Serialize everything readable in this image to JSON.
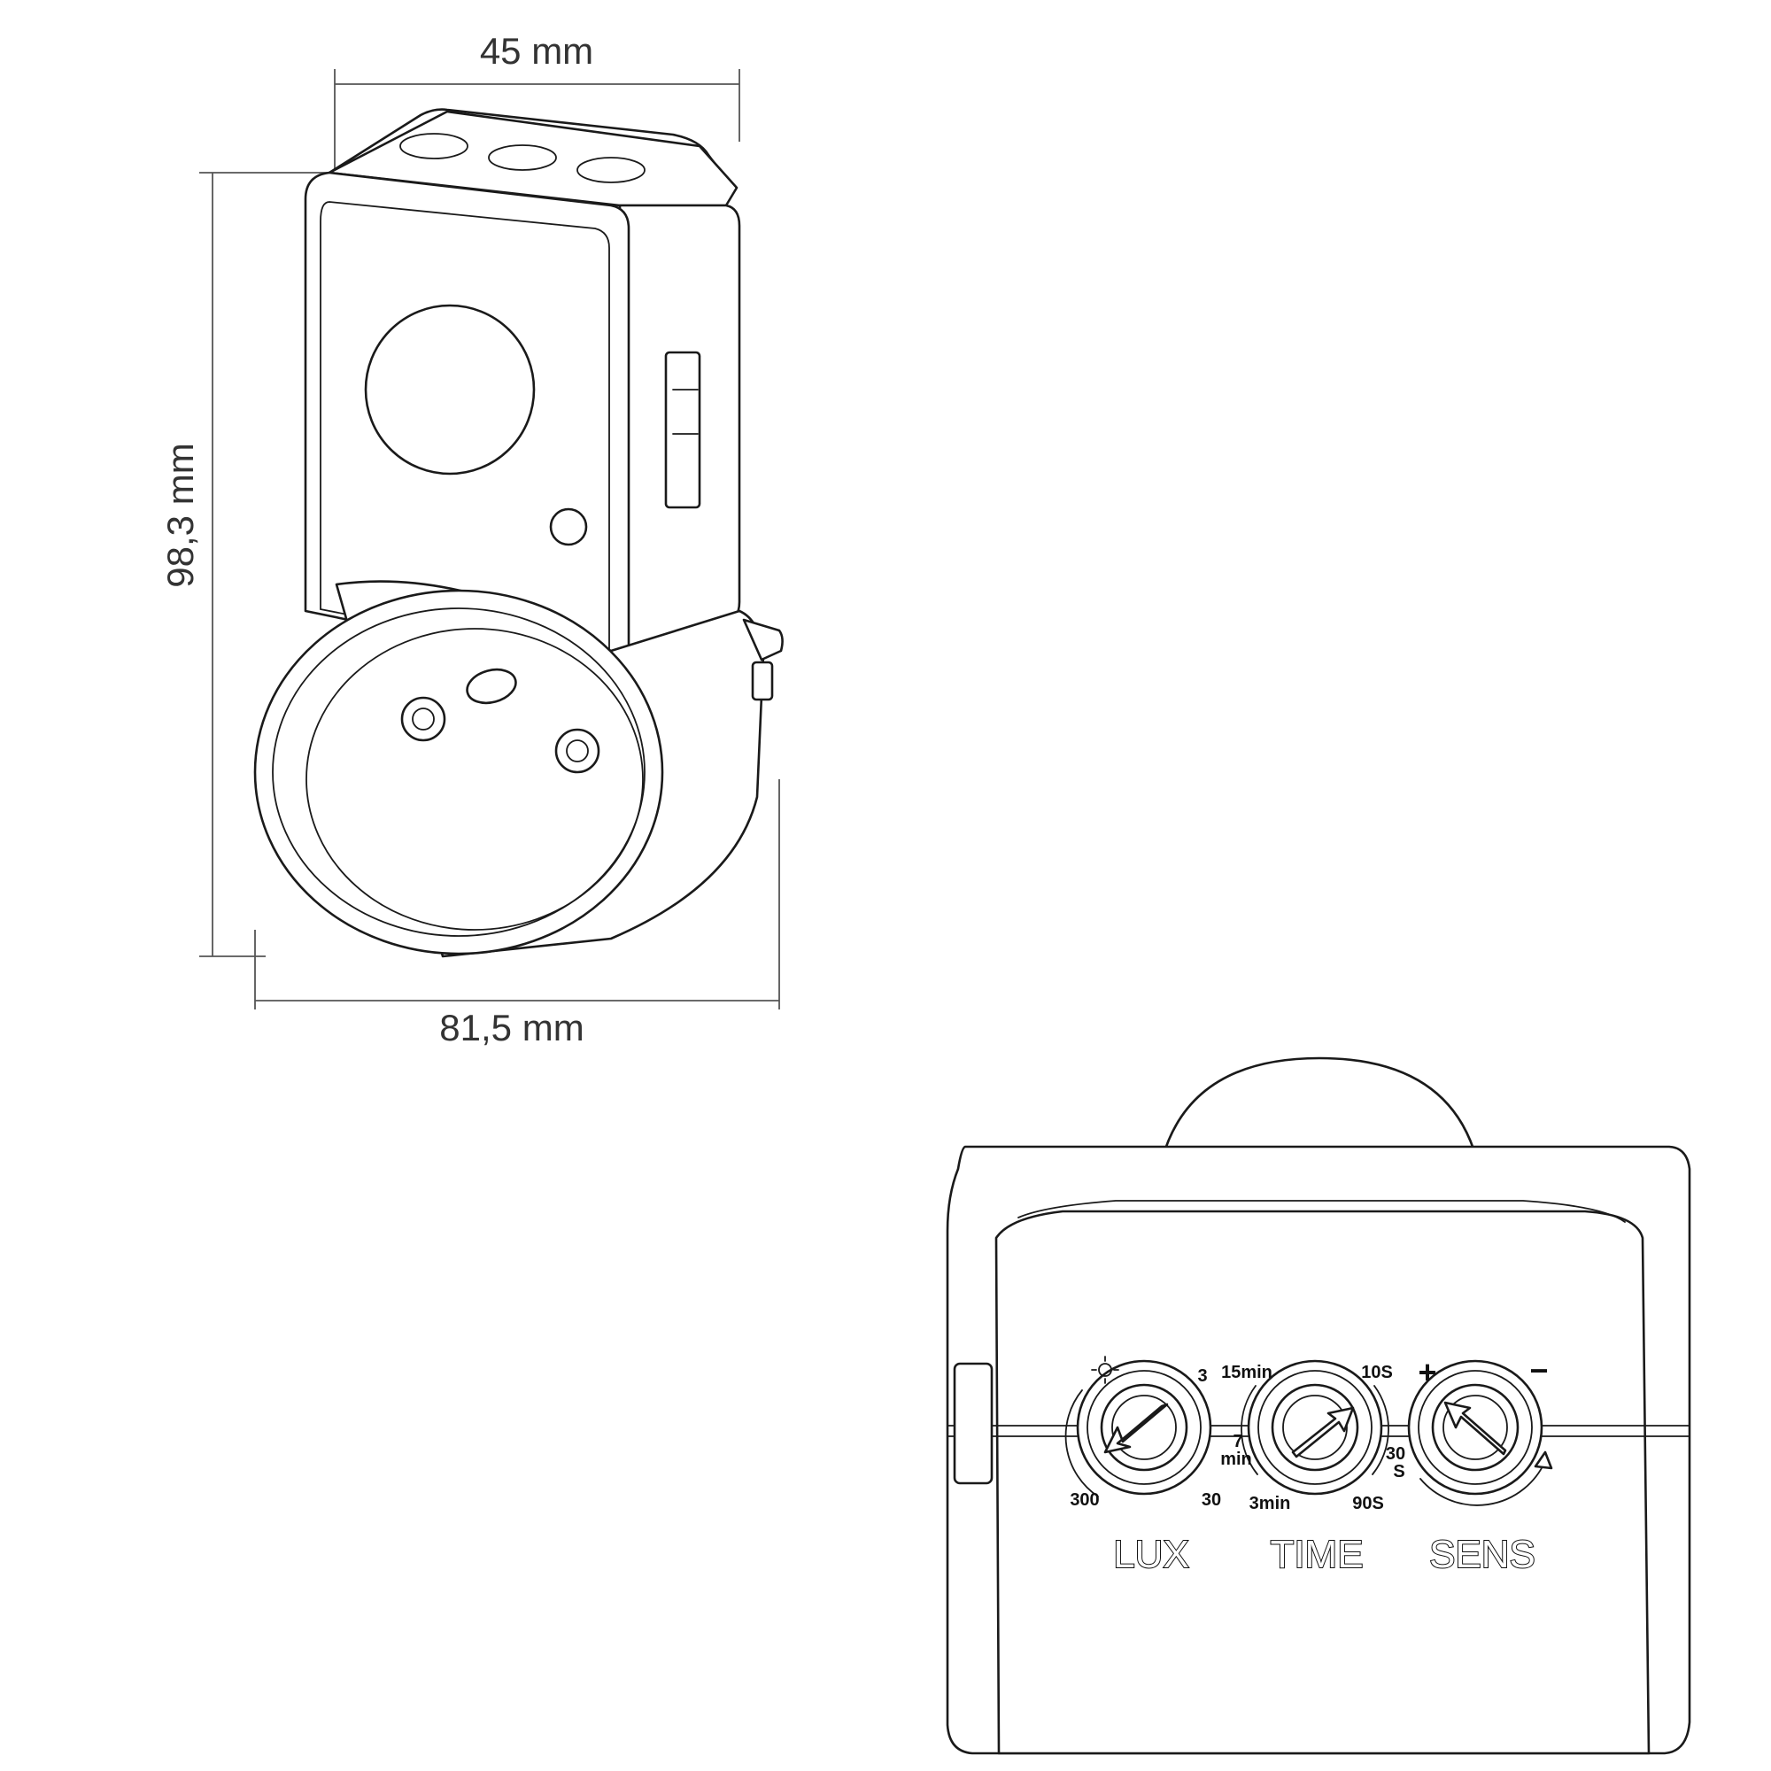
{
  "dimensions": {
    "width": "45 mm",
    "height": "98,3 mm",
    "depth": "81,5 mm"
  },
  "dials": [
    {
      "name": "LUX",
      "scale_labels": [
        "3",
        "30",
        "300"
      ],
      "symbol_icon": "sun-icon"
    },
    {
      "name": "TIME",
      "scale_labels": [
        "15min",
        "10S",
        "7",
        "min",
        "30",
        "S",
        "3min",
        "90S"
      ]
    },
    {
      "name": "SENS",
      "scale_labels": [
        "+",
        "−"
      ]
    }
  ]
}
